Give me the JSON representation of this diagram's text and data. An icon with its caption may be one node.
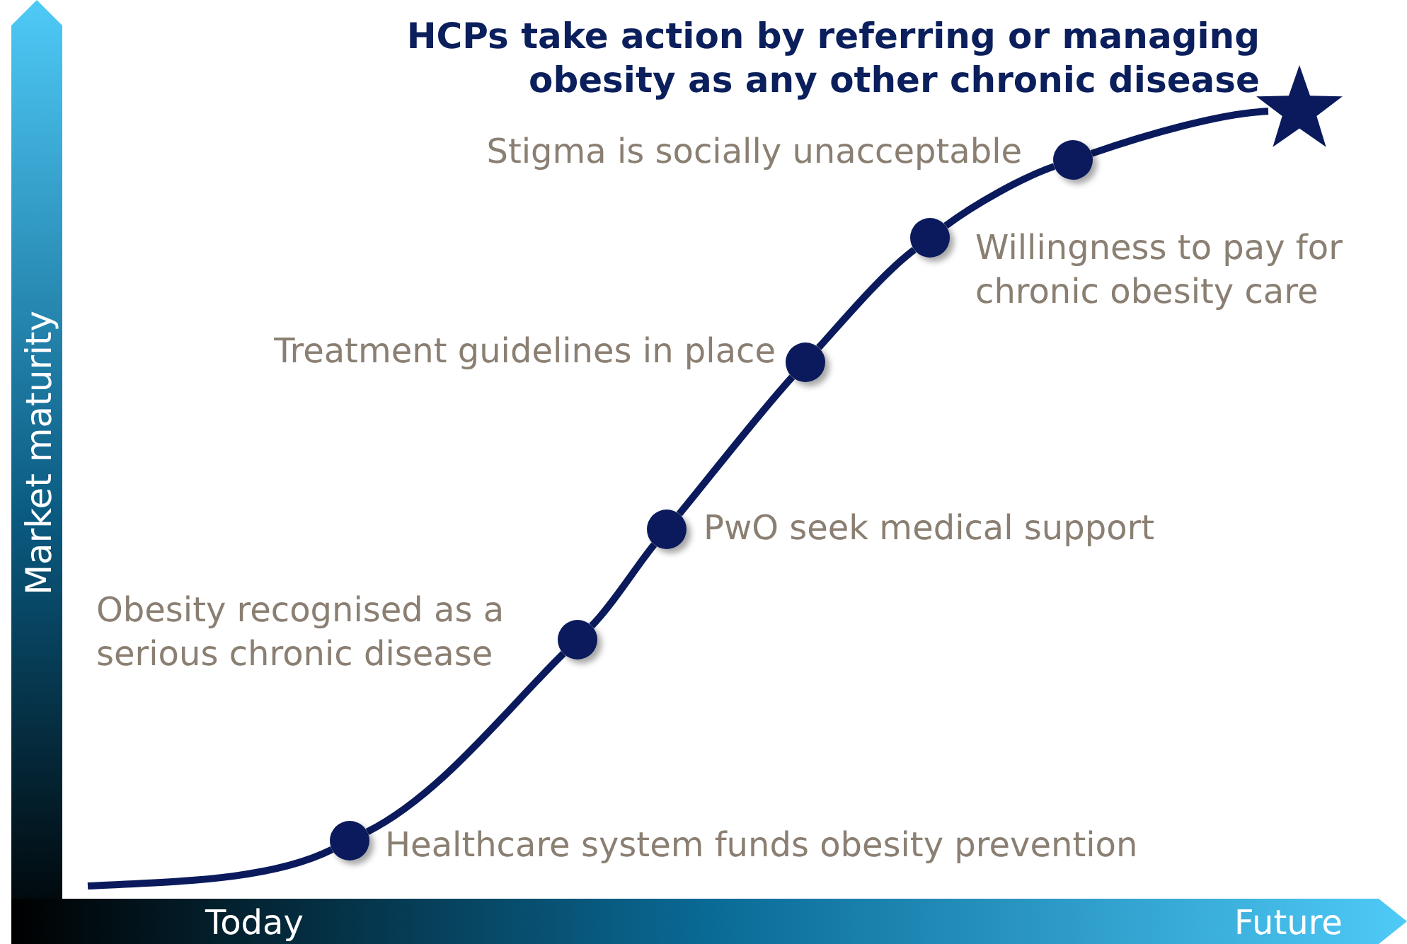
{
  "diagram": {
    "nodes": [
      {
        "text": [],
        "shape": "circle",
        "beside": [
          "Healthcare system funds obesity prevention"
        ]
      },
      {
        "text": [],
        "shape": "circle",
        "beside": [
          "Obesity recognised as a serious chronic disease"
        ]
      },
      {
        "text": [],
        "shape": "circle",
        "beside": [
          "PwO seek medical support"
        ]
      },
      {
        "text": [],
        "shape": "circle",
        "beside": [
          "Treatment guidelines in place"
        ]
      },
      {
        "text": [],
        "shape": "circle",
        "beside": [
          "Willingness to pay for chronic obesity care"
        ]
      },
      {
        "text": [],
        "shape": "circle",
        "beside": [
          "Stigma is socially unacceptable"
        ]
      },
      {
        "text": [],
        "shape": "star",
        "beside": [
          "HCPs take action by referring or managing obesity as any other chronic disease"
        ]
      }
    ],
    "edges": [
      {
        "from": null,
        "to": 0,
        "arrow": "none"
      },
      {
        "from": 0,
        "to": 1,
        "arrow": "none"
      },
      {
        "from": 1,
        "to": 2,
        "arrow": "none"
      },
      {
        "from": 2,
        "to": 3,
        "arrow": "none"
      },
      {
        "from": 3,
        "to": 4,
        "arrow": "none"
      },
      {
        "from": 4,
        "to": 5,
        "arrow": "none"
      },
      {
        "from": 5,
        "to": 6,
        "arrow": "none"
      }
    ],
    "labels": [
      "Market maturity",
      "Today",
      "Future"
    ]
  }
}
